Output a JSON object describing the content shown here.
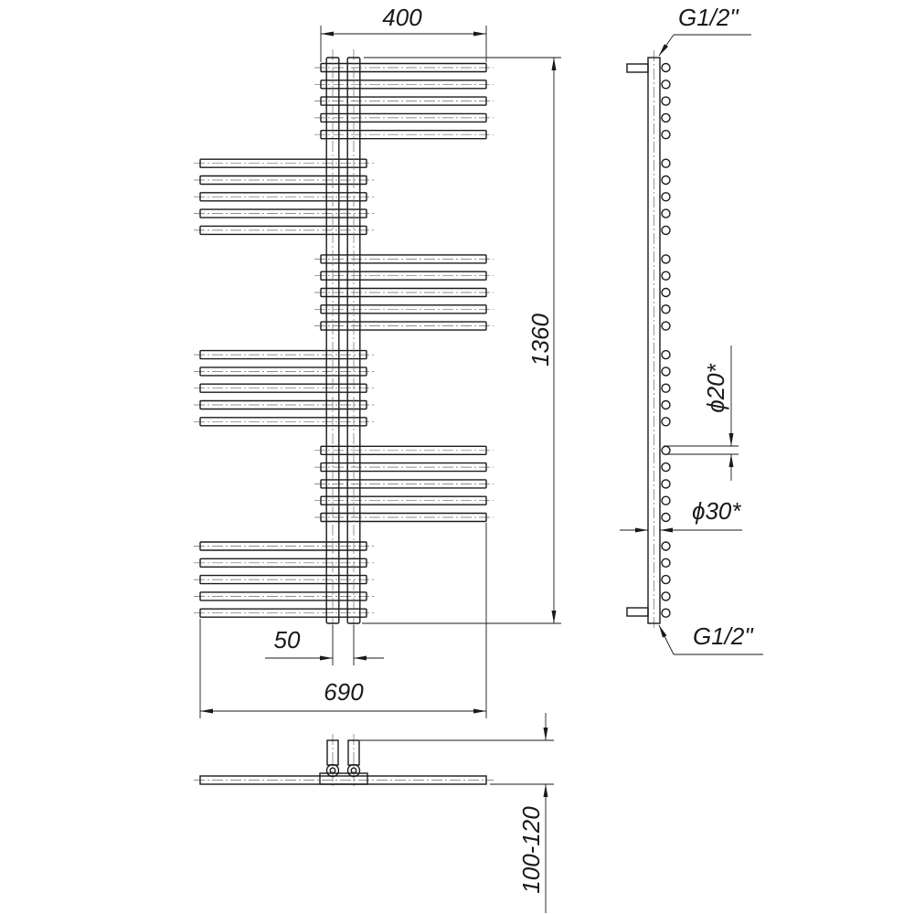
{
  "colors": {
    "line": "#1a1a1a",
    "centerline": "#6a6a6a",
    "background": "#ffffff"
  },
  "front_view": {
    "dim_bar_length": "400",
    "dim_height": "1360",
    "dim_pipe_spacing": "50",
    "dim_total_width": "690"
  },
  "side_view": {
    "connection_top": "G1/2\"",
    "connection_bottom": "G1/2\"",
    "dim_bar_diameter": "ϕ20*",
    "dim_collector_diameter": "ϕ30*"
  },
  "plan_view": {
    "dim_wall_distance": "100-120"
  }
}
